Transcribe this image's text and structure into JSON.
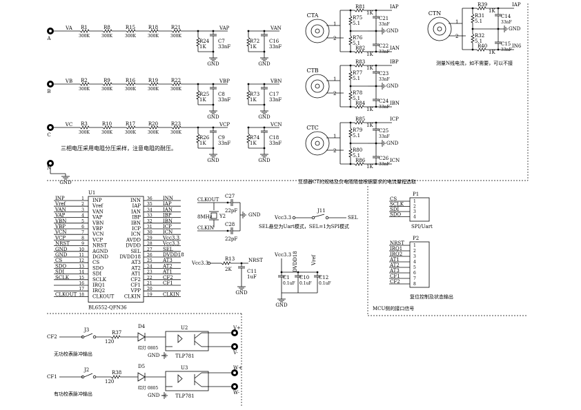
{
  "voltage": {
    "phases": [
      {
        "terminal": "A",
        "net": "VA",
        "resistors": [
          {
            "ref": "R1",
            "val": "300K"
          },
          {
            "ref": "R8",
            "val": "300K"
          },
          {
            "ref": "R15",
            "val": "300K"
          },
          {
            "ref": "R18",
            "val": "300K"
          },
          {
            "ref": "R21",
            "val": "300K"
          }
        ],
        "shunt": {
          "ref": "R24",
          "val": "1K"
        },
        "cap": {
          "ref": "C7",
          "val": "33nF"
        },
        "out": "VAP",
        "nref": "R72",
        "nval": "1K",
        "ncap": "C16",
        "ncapval": "33nF",
        "nout": "VAN"
      },
      {
        "terminal": "B",
        "net": "VB",
        "resistors": [
          {
            "ref": "R2",
            "val": "300K"
          },
          {
            "ref": "R9",
            "val": "300K"
          },
          {
            "ref": "R16",
            "val": "300K"
          },
          {
            "ref": "R19",
            "val": "300K"
          },
          {
            "ref": "R22",
            "val": "300K"
          }
        ],
        "shunt": {
          "ref": "R25",
          "val": "1K"
        },
        "cap": {
          "ref": "C8",
          "val": "33nF"
        },
        "out": "VBP",
        "nref": "R73",
        "nval": "1K",
        "ncap": "C17",
        "ncapval": "33nF",
        "nout": "VBN"
      },
      {
        "terminal": "C",
        "net": "VC",
        "resistors": [
          {
            "ref": "R3",
            "val": "300K"
          },
          {
            "ref": "R10",
            "val": "300K"
          },
          {
            "ref": "R17",
            "val": "300K"
          },
          {
            "ref": "R20",
            "val": "300K"
          },
          {
            "ref": "R23",
            "val": "300K"
          }
        ],
        "shunt": {
          "ref": "R26",
          "val": "1K"
        },
        "cap": {
          "ref": "C9",
          "val": "33nF"
        },
        "out": "VCP",
        "nref": "R74",
        "nval": "1K",
        "ncap": "C18",
        "ncapval": "33nF",
        "nout": "VCN"
      }
    ],
    "neutral_terminal": "N",
    "gnd": "GND",
    "note": "三相电压采用电阻分压采样，注意电阻的耐压。"
  },
  "current": {
    "cts": [
      {
        "name": "CTA",
        "r_top": "R81",
        "r_top_val": "1K",
        "r_a": "R75",
        "r_a_val": "5.1",
        "c_a": "C21",
        "c_val": "33nF",
        "r_b": "R76",
        "r_b_val": "5.1",
        "c_b": "C22",
        "r_bot": "R82",
        "r_bot_val": "1K",
        "outp": "IAP",
        "outn": "IAN"
      },
      {
        "name": "CTB",
        "r_top": "R83",
        "r_top_val": "1K",
        "r_a": "R77",
        "r_a_val": "5.1",
        "c_a": "C23",
        "c_val": "33nF",
        "r_b": "R78",
        "r_b_val": "5.1",
        "c_b": "C24",
        "r_bot": "R84",
        "r_bot_val": "1K",
        "outp": "IBP",
        "outn": "IBN"
      },
      {
        "name": "CTC",
        "r_top": "R85",
        "r_top_val": "1K",
        "r_a": "R79",
        "r_a_val": "5.1",
        "c_a": "C25",
        "c_val": "33nF",
        "r_b": "R80",
        "r_b_val": "5.1",
        "c_b": "C26",
        "r_bot": "R86",
        "r_bot_val": "1K",
        "outp": "ICP",
        "outn": "ICN"
      }
    ],
    "ctn": {
      "name": "CTN",
      "r_top": "R39",
      "r_top_val": "1K",
      "r_a": "R31",
      "r_a_val": "5.1",
      "c_a": "C14",
      "c_val": "33nF",
      "r_b": "R32",
      "r_b_val": "5.1",
      "c_b": "C15",
      "r_bot": "R40",
      "r_bot_val": "1K",
      "outp": "IAP",
      "outn": "IN6",
      "note": "测量N线电流，如不需要，可以不接"
    },
    "pin1": "1",
    "pin2": "2",
    "footnote": "互感器CT的规格及负电阻阻值根据要求的电流量程选取"
  },
  "chip": {
    "ref": "U1",
    "part": "BL6552-QFN36",
    "left_nets": [
      "INP",
      "Vref",
      "VAN",
      "VAP",
      "VBN",
      "VBP",
      "VCN",
      "VCP",
      "NRST",
      "GND",
      "GND",
      "CS",
      "SDO",
      "SDI",
      "SCLK",
      "",
      "",
      "CLKOUT"
    ],
    "left_nums": [
      "1",
      "2",
      "3",
      "4",
      "5",
      "6",
      "7",
      "8",
      "9",
      "10",
      "11",
      "12",
      "13",
      "14",
      "15",
      "16",
      "17",
      "18"
    ],
    "left_pins": [
      "INP",
      "Vref",
      "VAN",
      "VAP",
      "VBN",
      "VBP",
      "VCN",
      "VCP",
      "NRST",
      "AGND",
      "DGND",
      "CS",
      "SDO",
      "SDI",
      "SCLK",
      "IRQ1",
      "IRQ2",
      "CLKOUT"
    ],
    "right_pins": [
      "INN",
      "IAP",
      "IAN",
      "IBP",
      "IBN",
      "ICP",
      "ICN",
      "AVDD",
      "DVDD",
      "SEL",
      "DVDD18",
      "AT3",
      "AT2",
      "AT1",
      "CF2",
      "CF1",
      "VPP",
      "CLKIN"
    ],
    "right_nums": [
      "36",
      "35",
      "34",
      "33",
      "32",
      "31",
      "30",
      "29",
      "28",
      "27",
      "26",
      "25",
      "24",
      "23",
      "22",
      "21",
      "20",
      "19"
    ],
    "right_nets": [
      "INN",
      "IAP",
      "IAN",
      "IBP",
      "IBN",
      "ICP",
      "ICN",
      "Vcc3.3",
      "Vcc3.3",
      "SEL",
      "DVDD18",
      "AT3",
      "AT2",
      "AT1",
      "CF2",
      "CF1",
      "",
      "CLKIN"
    ]
  },
  "crystal": {
    "clkout": "CLKOUT",
    "clkin": "CLKIN",
    "ref": "Y2",
    "freq": "8MHz",
    "c1": "C27",
    "c1v": "22pF",
    "c2": "C28",
    "c2v": "22pF",
    "gnd": "GND"
  },
  "sel": {
    "vcc": "Vcc3.3",
    "ref": "J11",
    "net": "SEL",
    "note": "SEL悬空为Uart模式，SEL=1为SPI模式"
  },
  "reset": {
    "vcc": "Vcc3.3",
    "ref": "R13",
    "val": "2K",
    "net": "NRST",
    "cap": "C11",
    "capval": "1uF",
    "gnd": "GND"
  },
  "decoup": {
    "vcc": "Vcc3.3",
    "dvdd": "DVDD18",
    "vref": "Vref",
    "caps": [
      {
        "ref": "C1",
        "val": "0.1uF"
      },
      {
        "ref": "C10",
        "val": "0.1uF"
      },
      {
        "ref": "C12",
        "val": "0.1uF"
      }
    ],
    "gnd": "GND"
  },
  "p1": {
    "ref": "P1",
    "nets": [
      "CS",
      "SCLK",
      "SDI",
      "SDO"
    ],
    "nums": [
      "1",
      "2",
      "3",
      "4"
    ],
    "label": "SPI/Uart"
  },
  "p2": {
    "ref": "P2",
    "nets": [
      "NRST",
      "IRQ1",
      "IRQ2",
      "AT1",
      "AT2",
      "AT3",
      "CF1",
      "CF2"
    ],
    "nums": [
      "1",
      "2",
      "3",
      "4",
      "5",
      "6",
      "7",
      "8"
    ],
    "label": "复位控制及状态输出"
  },
  "mcu_label": "MCU侧的接口信号",
  "pulse": [
    {
      "net": "CF2",
      "jumper": "J3",
      "r": "R37",
      "rval": "120",
      "led": "D4",
      "ledlabel": "红灯 0805",
      "gnd": "GND",
      "opto": "U2",
      "optopart": "TLP781",
      "out1": "V+",
      "out2": "V-",
      "note": "无功校表脉冲输出"
    },
    {
      "net": "CF1",
      "jumper": "J2",
      "r": "R38",
      "rval": "120",
      "led": "D5",
      "ledlabel": "红灯 0805",
      "gnd": "GND",
      "opto": "U3",
      "optopart": "TLP781",
      "out1": "W+",
      "out2": "W-",
      "note": "有功校表脉冲输出"
    }
  ]
}
